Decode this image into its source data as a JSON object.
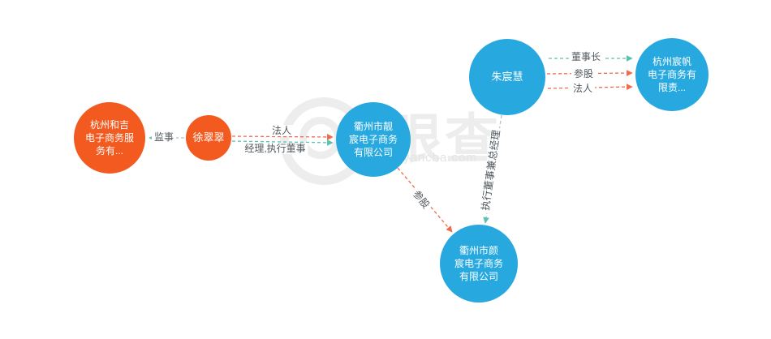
{
  "watermark": {
    "brand": "眼查",
    "domain": "yancha.com"
  },
  "nodes": [
    {
      "id": "hangzhou-heji",
      "type": "company",
      "label": "杭州和吉\n电子商务服\n务有...",
      "color": "#f25a1f"
    },
    {
      "id": "xu-cuicui",
      "type": "person",
      "label": "徐翠翠",
      "color": "#f25a1f"
    },
    {
      "id": "quzhou-liangchen",
      "type": "company",
      "label": "衢州市靓\n宸电子商务\n有限公司",
      "color": "#27a9e0"
    },
    {
      "id": "zhu-chenhui",
      "type": "person",
      "label": "朱宸慧",
      "color": "#27a9e0"
    },
    {
      "id": "hangzhou-chenfan",
      "type": "company",
      "label": "杭州宸帆\n电子商务有\n限责...",
      "color": "#27a9e0"
    },
    {
      "id": "quzhou-yanchen",
      "type": "company",
      "label": "衢州市颜\n宸电子商务\n有限公司",
      "color": "#27a9e0"
    }
  ],
  "edges": [
    {
      "label": "监事",
      "from": "xu-cuicui",
      "to": "hangzhou-heji"
    },
    {
      "label": "法人",
      "from": "xu-cuicui",
      "to": "quzhou-liangchen"
    },
    {
      "label": "经理,执行董事",
      "from": "xu-cuicui",
      "to": "quzhou-liangchen"
    },
    {
      "label": "参股",
      "from": "quzhou-liangchen",
      "to": "quzhou-yanchen"
    },
    {
      "label": "执行董事兼总经理",
      "from": "zhu-chenhui",
      "to": "quzhou-yanchen"
    },
    {
      "label": "董事长",
      "from": "zhu-chenhui",
      "to": "hangzhou-chenfan"
    },
    {
      "label": "参股",
      "from": "zhu-chenhui",
      "to": "hangzhou-chenfan"
    },
    {
      "label": "法人",
      "from": "zhu-chenhui",
      "to": "hangzhou-chenfan"
    }
  ],
  "colors": {
    "node_orange": "#f25a1f",
    "node_blue": "#27a9e0",
    "edge_teal": "#5bc2b0",
    "edge_red": "#f26a4b",
    "edge_gray": "#b8c0c4"
  }
}
